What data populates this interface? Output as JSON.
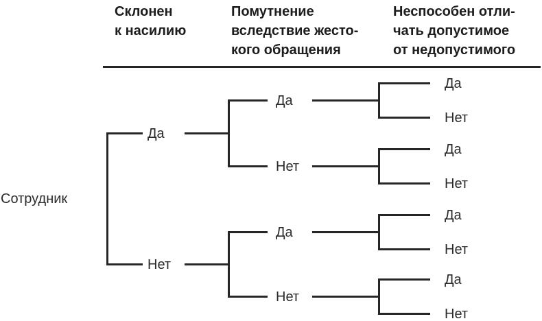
{
  "header": {
    "columns": [
      {
        "lines": [
          "Склонен",
          "к насилию"
        ]
      },
      {
        "lines": [
          "Помутнение",
          "вследствие жесто-",
          "кого обращения"
        ]
      },
      {
        "lines": [
          "Неспособен отли-",
          "чать допустимое",
          "от недопустимого"
        ]
      }
    ]
  },
  "root": {
    "label": "Сотрудник"
  },
  "tree": {
    "type": "binary-decision-tree",
    "level_questions": [
      "Склонен к насилию",
      "Помутнение вследствие жестокого обращения",
      "Неспособен отличать допустимое от недопустимого"
    ],
    "level1": {
      "yes": "Да",
      "no": "Нет"
    },
    "level2": [
      {
        "parent": "Да",
        "yes": "Да",
        "no": "Нет"
      },
      {
        "parent": "Нет",
        "yes": "Да",
        "no": "Нет"
      }
    ],
    "level3": [
      {
        "parent": "Да-Да",
        "yes": "Да",
        "no": "Нет"
      },
      {
        "parent": "Да-Нет",
        "yes": "Да",
        "no": "Нет"
      },
      {
        "parent": "Нет-Да",
        "yes": "Да",
        "no": "Нет"
      },
      {
        "parent": "Нет-Нет",
        "yes": "Да",
        "no": "Нет"
      }
    ]
  },
  "style": {
    "line_color": "#262626",
    "text_color": "#2b2b2b"
  }
}
